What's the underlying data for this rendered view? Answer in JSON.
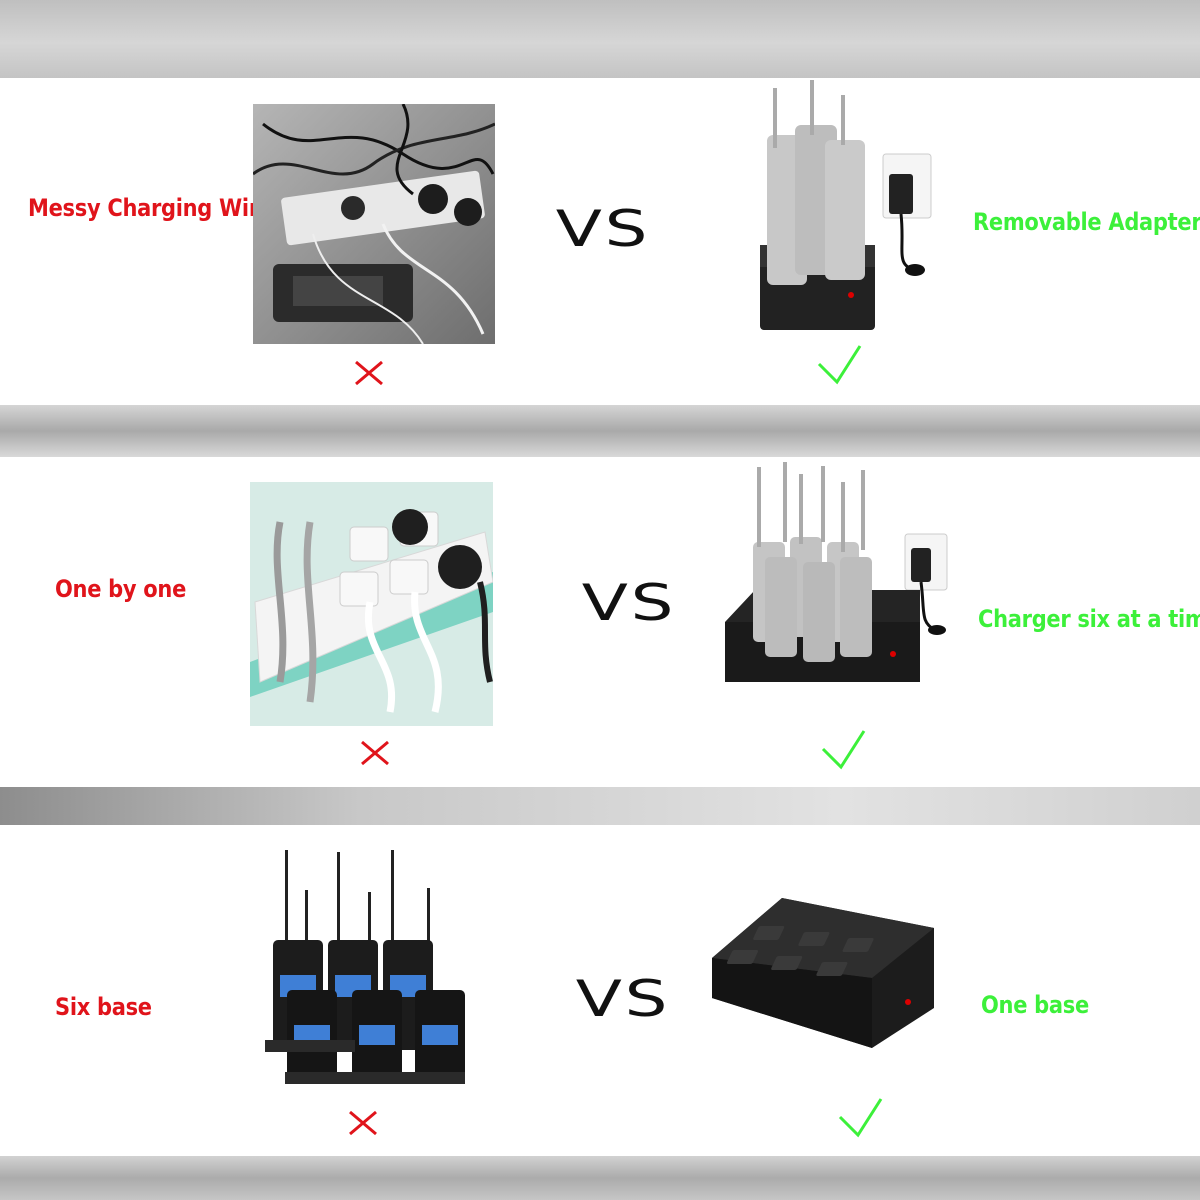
{
  "vs_text": "VS",
  "colors": {
    "bad": "#e0141b",
    "good": "#3cf03a"
  },
  "rows": [
    {
      "bad_label": "Messy Charging Wire",
      "good_label": "Removable Adapter",
      "bad_icon": "cross-icon",
      "good_icon": "checkmark-icon"
    },
    {
      "bad_label": "One by one",
      "good_label": "Charger six at a time",
      "bad_icon": "cross-icon",
      "good_icon": "checkmark-icon"
    },
    {
      "bad_label": "Six base",
      "good_label": "One base",
      "bad_icon": "cross-icon",
      "good_icon": "checkmark-icon"
    }
  ]
}
